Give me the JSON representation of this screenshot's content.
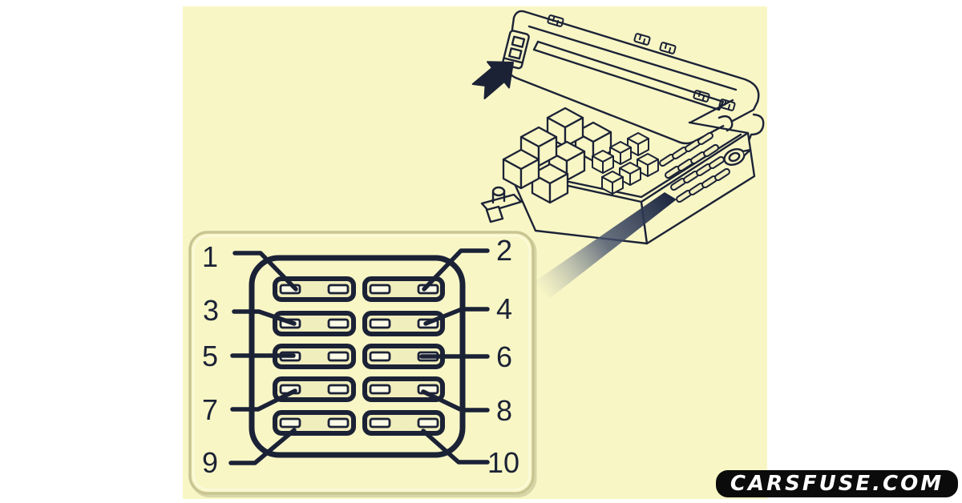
{
  "fuse_panel": {
    "labels": [
      "1",
      "2",
      "3",
      "4",
      "5",
      "6",
      "7",
      "8",
      "9",
      "10"
    ],
    "columns": {
      "left": [
        "1",
        "3",
        "5",
        "7",
        "9"
      ],
      "right": [
        "2",
        "4",
        "6",
        "8",
        "10"
      ]
    },
    "slot_count": 10
  },
  "watermark": {
    "text": "CARSFUSE.COM"
  },
  "colors": {
    "page_background": "#ffffff",
    "diagram_background": "#f8f6c5",
    "line": "#1b2236",
    "panel_border": "#c9c593",
    "slot_fill": "#f1eebd",
    "window_fill": "#fcfbe8",
    "watermark_background": "#0b0b0b",
    "watermark_text": "#ffffff"
  },
  "icons": [
    {
      "name": "pointer-arrow-icon",
      "shape": "solid-navy-arrow-pointing-upper-right"
    },
    {
      "name": "callout-beam",
      "shape": "tapered-gradient-pointer-from-fuse-area-to-panel"
    },
    {
      "name": "fuse-box-illustration",
      "shape": "isometric-open-fuse-box-with-lid-relays-and-mini-fuses"
    }
  ]
}
